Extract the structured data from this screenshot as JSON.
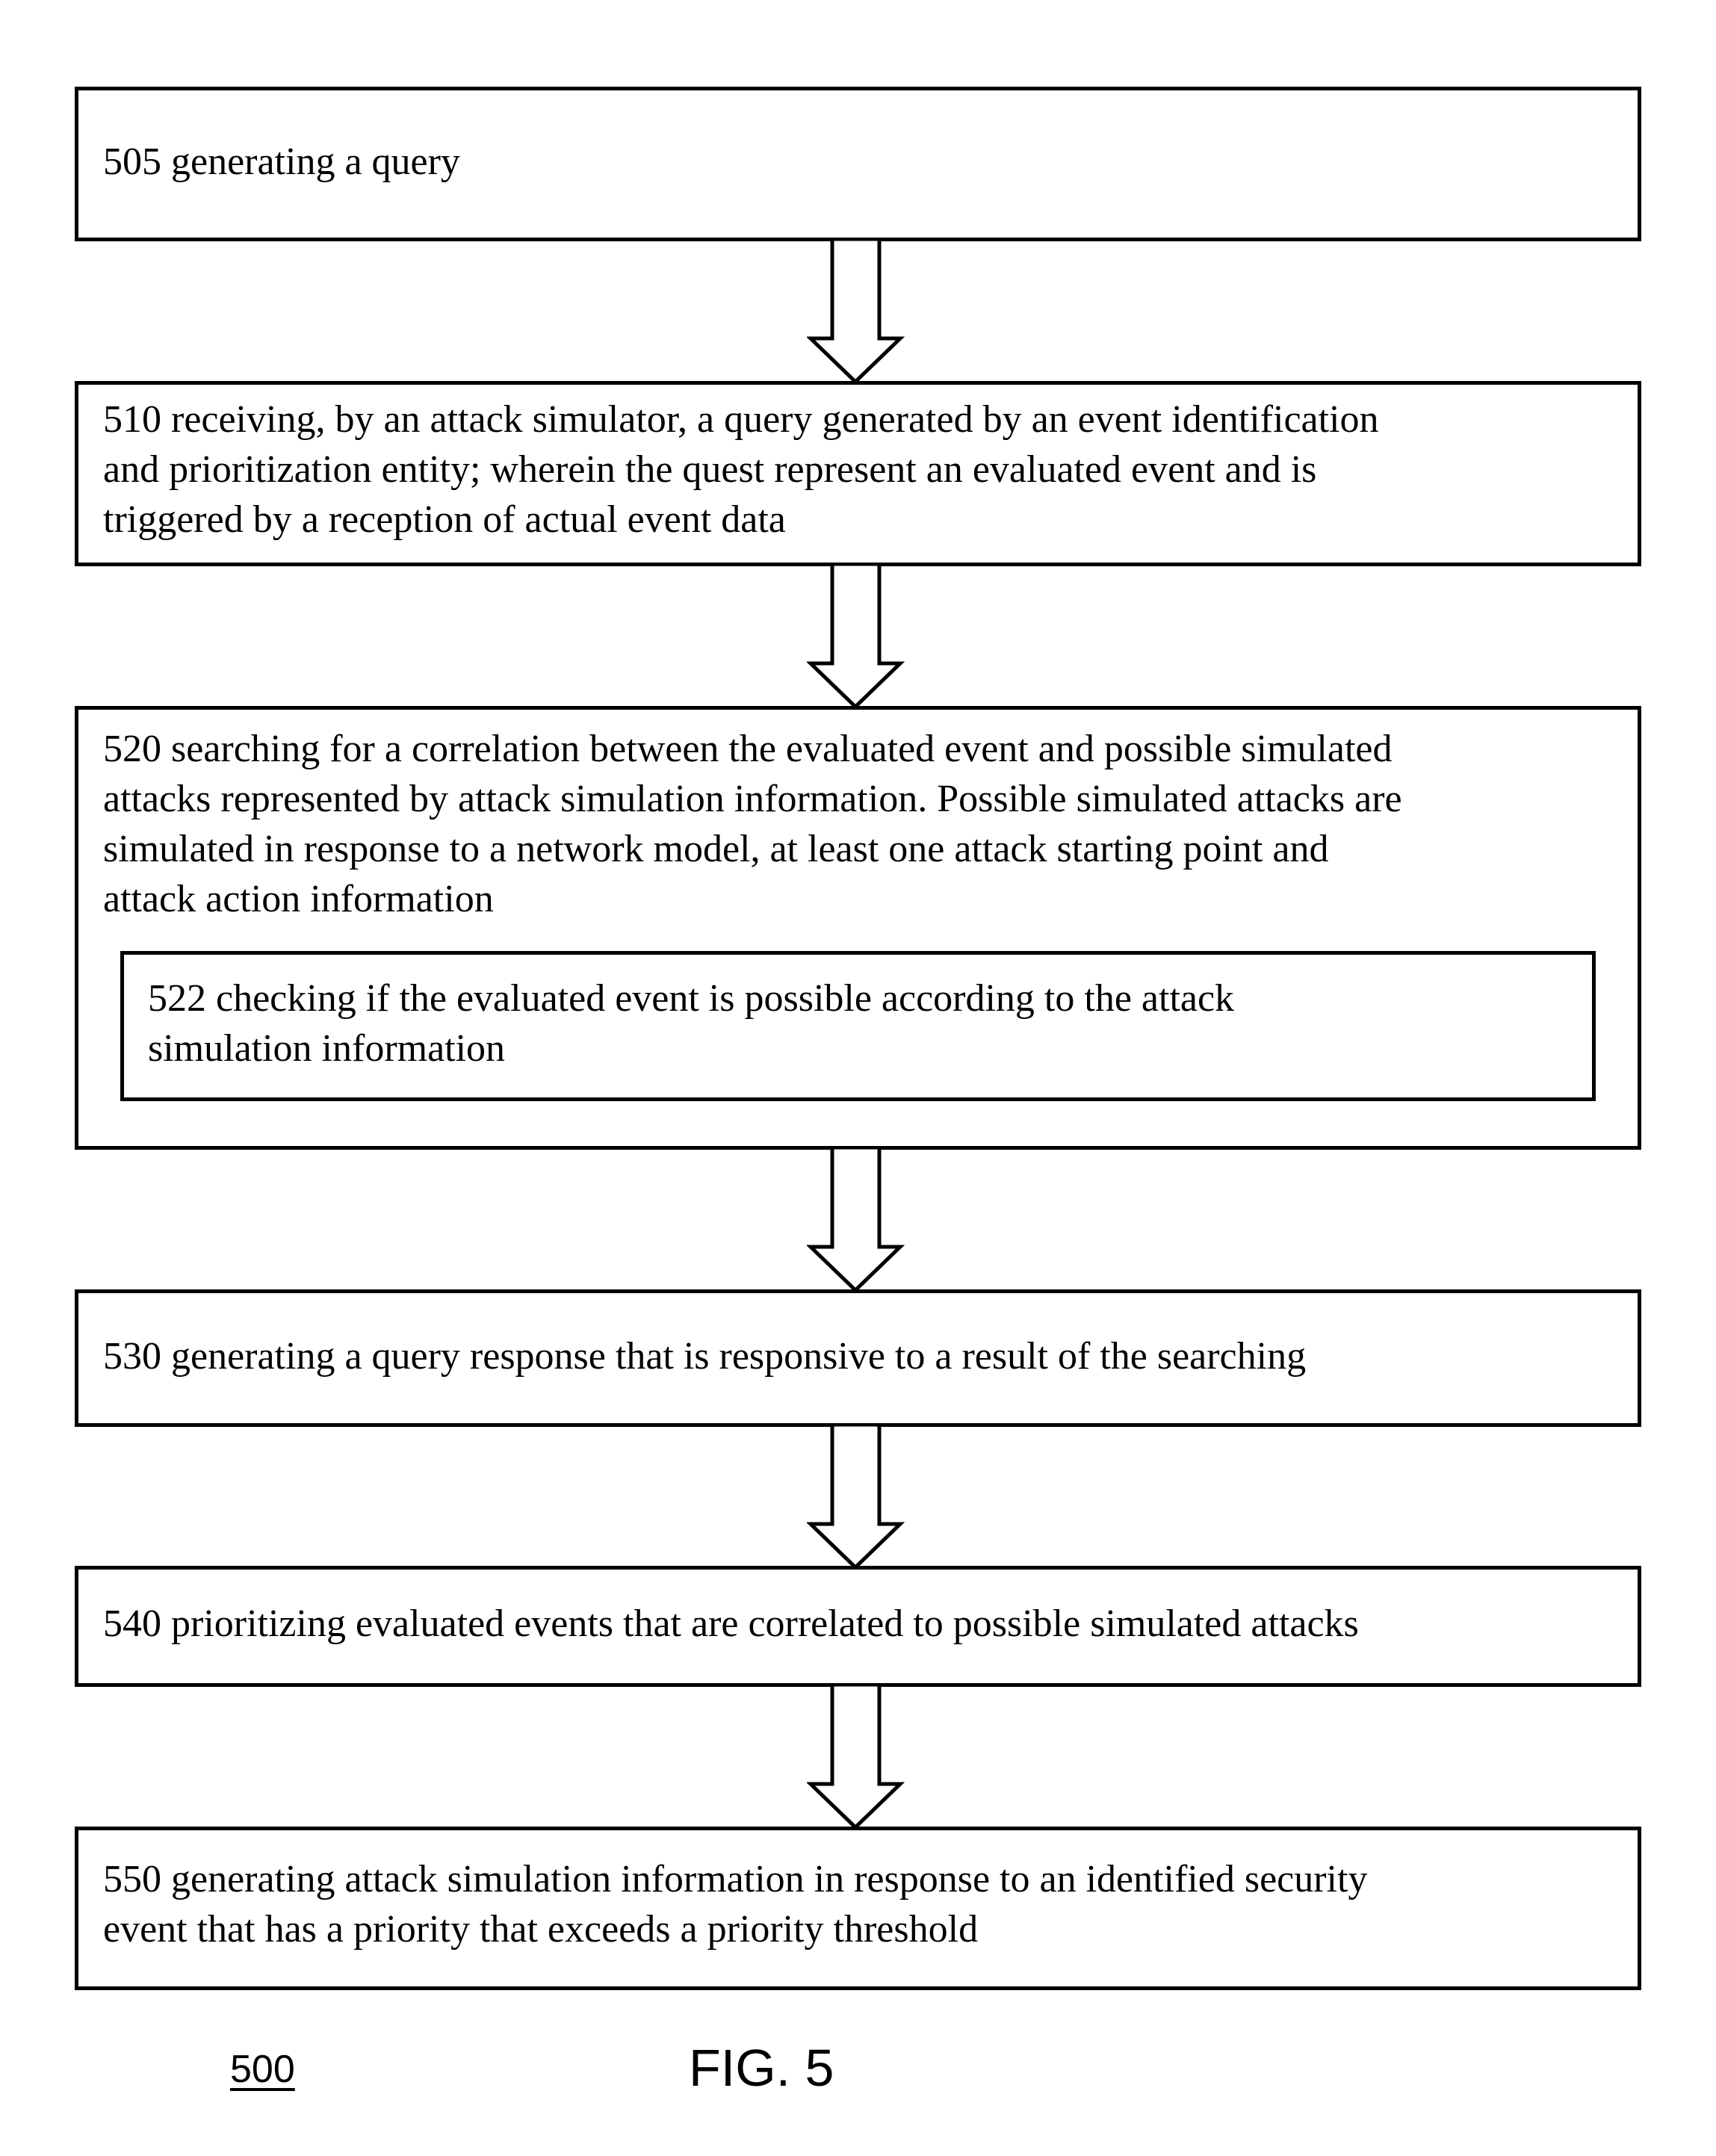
{
  "steps": {
    "s505": "505  generating a query",
    "s510": "510  receiving, by an attack simulator, a query generated by an event identification\nand prioritization entity; wherein the quest represent an evaluated event and is\ntriggered by a reception of actual event data",
    "s520": "520 searching for a correlation between the evaluated event and possible simulated\nattacks represented by attack simulation information. Possible simulated attacks are\nsimulated in response to a network model, at least one attack starting point and\nattack action information",
    "s522": "522  checking if the evaluated event is possible according to the attack\nsimulation information",
    "s530": "530  generating a query response that is responsive to a result of the searching",
    "s540": "540  prioritizing evaluated events that are correlated to possible simulated attacks",
    "s550": "550  generating attack simulation information in response to an identified security\nevent that has a priority that exceeds a priority threshold"
  },
  "figure": {
    "number": "500",
    "title": "FIG. 5"
  }
}
